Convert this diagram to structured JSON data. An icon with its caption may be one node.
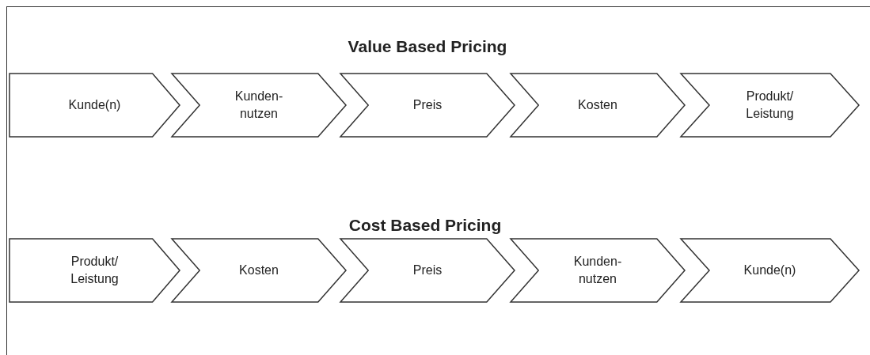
{
  "diagram": {
    "nodes": [
      {
        "text": [
          "Kunde(n)"
        ]
      },
      {
        "text": [
          "Kunden- nutzen"
        ]
      },
      {
        "text": [
          "Preis"
        ]
      },
      {
        "text": [
          "Kosten"
        ]
      },
      {
        "text": [
          "Produkt/ Leistung"
        ]
      },
      {
        "text": [
          "Produkt/ Leistung"
        ]
      },
      {
        "text": [
          "Kosten"
        ]
      },
      {
        "text": [
          "Preis"
        ]
      },
      {
        "text": [
          "Kunden- nutzen"
        ]
      },
      {
        "text": [
          "Kunde(n)"
        ]
      }
    ],
    "labels": [
      "Value Based Pricing",
      "Cost Based Pricing"
    ]
  }
}
